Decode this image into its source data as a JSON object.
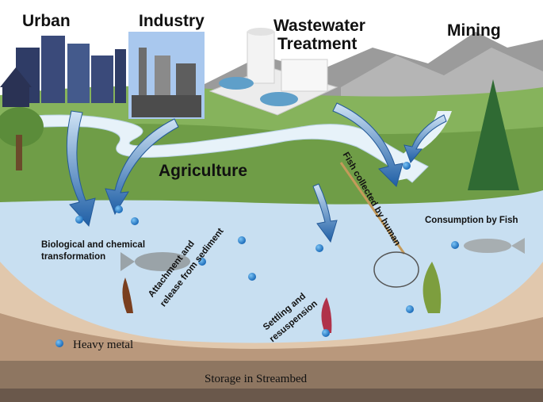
{
  "sources": {
    "urban": "Urban",
    "industry": "Industry",
    "wastewater": [
      "Wastewater",
      "Treatment"
    ],
    "mining": "Mining",
    "agriculture": "Agriculture"
  },
  "processes": {
    "transformation": [
      "Biological and chemical",
      "transformation"
    ],
    "attachment": [
      "Attachment and",
      "release from sediment"
    ],
    "settling": [
      "Settling and",
      "resuspension"
    ],
    "fish_collected": "Fish collected by human",
    "consumption": "Consumption by Fish"
  },
  "legend": {
    "heavy_metal": "Heavy metal"
  },
  "storage": "Storage in Streambed",
  "colors": {
    "sky": "#ffffff",
    "mountains": "#9a9a9a",
    "grass": "#7fae53",
    "river": "#e6f1f8",
    "pond": "#c5ddf0",
    "sediment": "#d8b89c",
    "arrow": "#2e6cb0",
    "metal": "#1e7fcc"
  }
}
